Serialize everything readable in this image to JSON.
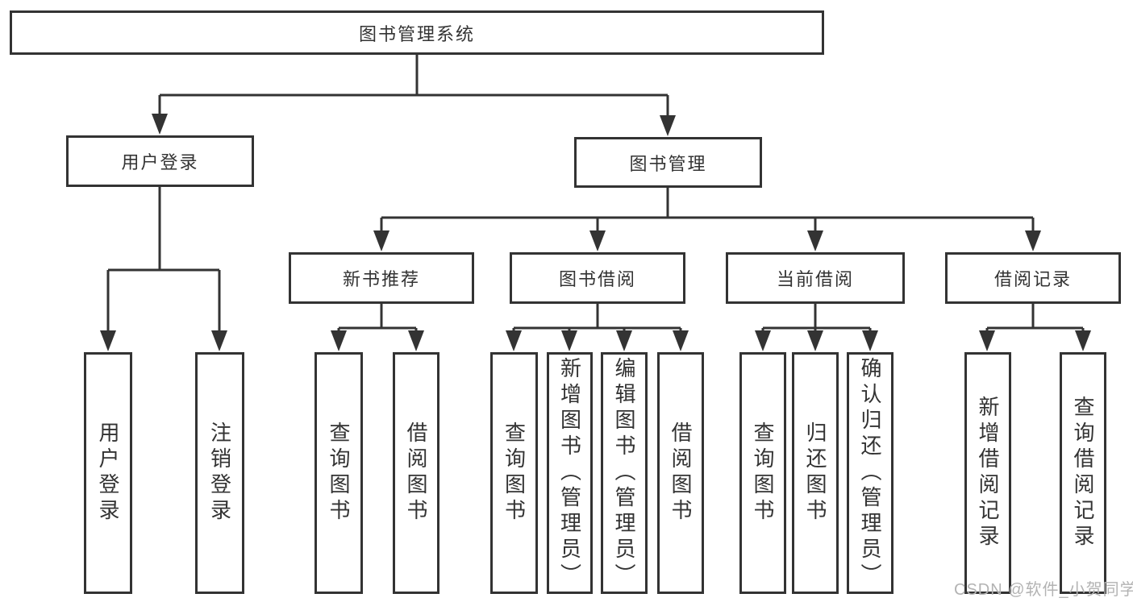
{
  "diagram": {
    "root": "图书管理系统",
    "level2": [
      "用户登录",
      "图书管理"
    ],
    "level3": [
      "新书推荐",
      "图书借阅",
      "当前借阅",
      "借阅记录"
    ],
    "login_children": [
      "用户登录",
      "注销登录"
    ],
    "newbook_children": [
      "查询图书",
      "借阅图书"
    ],
    "borrow_children": [
      "查询图书",
      "新增图书（管理员）",
      "编辑图书（管理员）",
      "借阅图书"
    ],
    "current_children": [
      "查询图书",
      "归还图书",
      "确认归还（管理员）"
    ],
    "records_children": [
      "新增借阅记录",
      "查询借阅记录"
    ]
  },
  "watermark": "CSDN @软件_小贺同学",
  "colors": {
    "line": "#333333",
    "text": "#333333",
    "watermark": "#b3b3b3",
    "background": "#ffffff"
  }
}
